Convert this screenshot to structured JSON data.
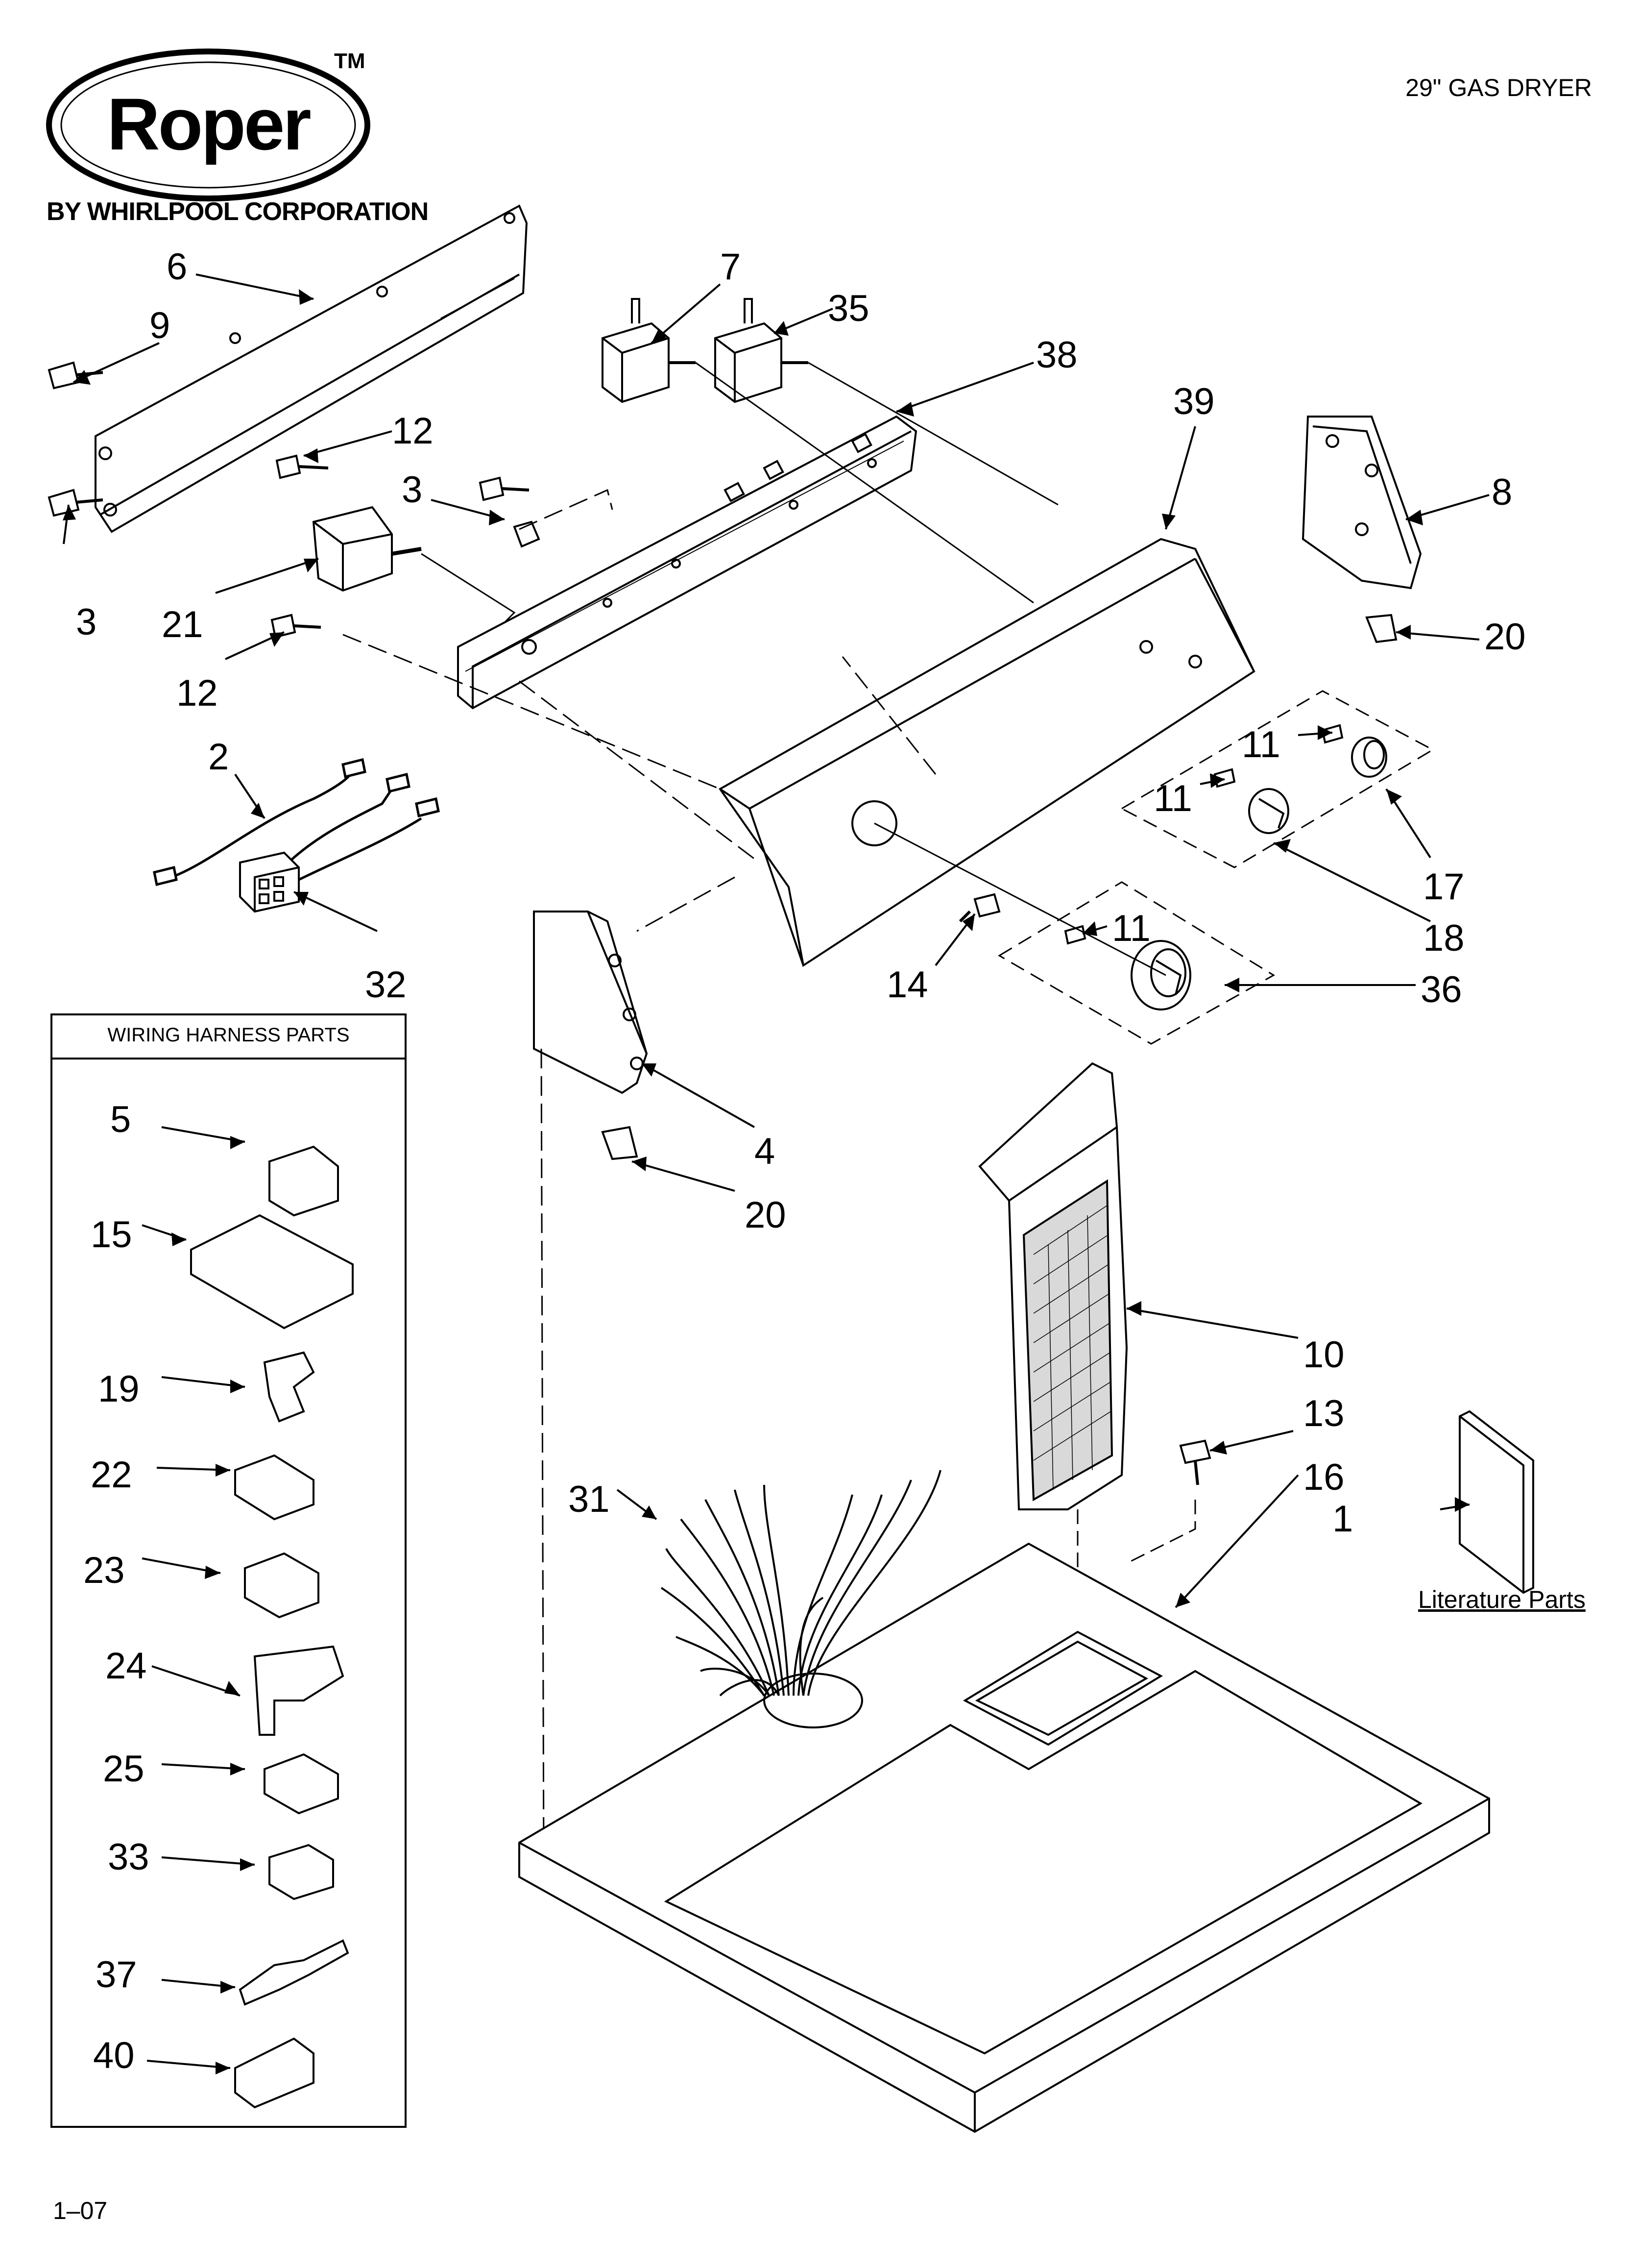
{
  "brand": {
    "logo_text": "Roper",
    "trademark": "TM",
    "corporation": "BY WHIRLPOOL CORPORATION"
  },
  "model_title": "29\" GAS DRYER",
  "footer_code": "1–07",
  "wiring_harness_box": {
    "title": "WIRING HARNESS PARTS",
    "items": [
      "5",
      "15",
      "19",
      "22",
      "23",
      "24",
      "25",
      "33",
      "37",
      "40"
    ]
  },
  "literature_label": "Literature Parts",
  "callouts": {
    "c6": "6",
    "c9": "9",
    "c3a": "3",
    "c12a": "12",
    "c3b": "3",
    "c21": "21",
    "c12b": "12",
    "c7": "7",
    "c35": "35",
    "c38": "38",
    "c39": "39",
    "c8": "8",
    "c20a": "20",
    "c11a": "11",
    "c11b": "11",
    "c17": "17",
    "c18": "18",
    "c11c": "11",
    "c14": "14",
    "c36": "36",
    "c2": "2",
    "c32": "32",
    "c4": "4",
    "c20b": "20",
    "c10": "10",
    "c13": "13",
    "c16": "16",
    "c1": "1",
    "c31": "31"
  },
  "colors": {
    "line": "#000000",
    "background": "#ffffff",
    "part_fill": "#ffffff",
    "shade": "#d9d9d9"
  }
}
